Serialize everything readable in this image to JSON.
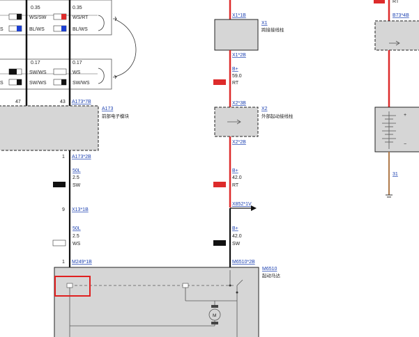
{
  "legend": {
    "upper_left_a": "0.35",
    "upper_left_b": "WS/SW",
    "upper_left_c": "BL/WS",
    "upper_right_a": "0.35",
    "upper_right_b": "WS/RT",
    "upper_right_c": "BL/WS",
    "lower_left_a": "0.17",
    "lower_left_b": "SW/WS",
    "lower_left_c": "SW/WS",
    "lower_right_a": "0.17",
    "lower_right_b": "WS",
    "lower_right_c": "SW/WS",
    "cut_left": "S",
    "cut_left_2": "S"
  },
  "pins": {
    "pin_47": "47",
    "pin_43": "43",
    "pin_1a": "1",
    "pin_9": "9",
    "pin_1b": "1"
  },
  "connectors": {
    "a173_7b": "A173*7B",
    "a173": "A173",
    "a173_name": "前部电子模块",
    "a173_2b": "A173*2B",
    "x13_1b": "X13*1B",
    "m249_1b": "M249*1B",
    "x1_1b": "X1*1B",
    "x1": "X1",
    "x1_name": "跨接接线柱",
    "x1_2b": "X1*2B",
    "x2_3b": "X2*3B",
    "x2": "X2",
    "x2_name": "外部起动接线柱",
    "x2_2b": "X2*2B",
    "x852_1v": "X852*1V",
    "m6510_2b": "M6510*2B",
    "m6510": "M6510",
    "m6510_name": "起动马达",
    "b73_4b": "B73*4B",
    "rt_top": "RT",
    "gnd_31": "31"
  },
  "wires": {
    "w1_code": "50L",
    "w1_size": "2.5",
    "w1_color": "SW",
    "w2_code": "50L",
    "w2_size": "2.5",
    "w2_color": "WS",
    "w3_code": "B+",
    "w3_size": "59.0",
    "w3_color": "RT",
    "w4_code": "B+",
    "w4_size": "42.0",
    "w4_color": "RT",
    "w5_code": "B+",
    "w5_size": "42.0",
    "w5_color": "SW"
  },
  "battery": {
    "plus": "+",
    "minus": "−"
  },
  "motor": {
    "symbol": "M"
  },
  "colors": {
    "wire_red": "#dd2b2b",
    "wire_black": "#111111",
    "wire_brown": "#b07a4a",
    "box_fill": "#d6d6d6",
    "link_blue": "#1a3fb0",
    "highlight": "#e02020"
  }
}
